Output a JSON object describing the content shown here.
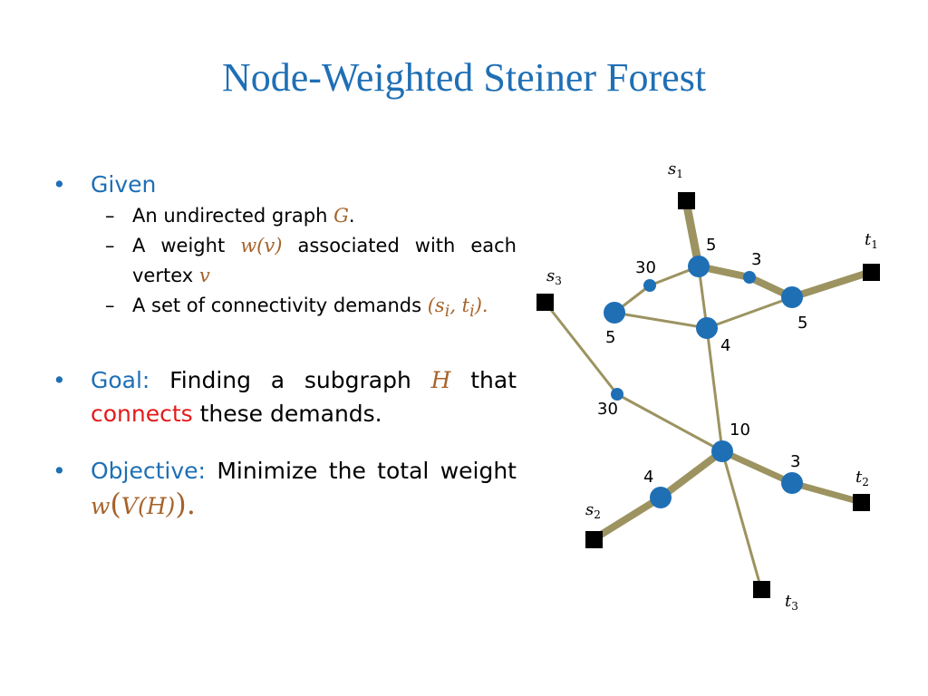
{
  "title": "Node-Weighted Steiner Forest",
  "given": {
    "label": "Given",
    "items": [
      {
        "text": "An undirected graph ",
        "math": "G",
        "end": "."
      },
      {
        "text": "A weight ",
        "math": "w(v)",
        "text2": " associated with each vertex ",
        "math2": "v"
      },
      {
        "text": "A set of connectivity demands ",
        "math": "(s",
        "sub": "i",
        "math_b": ", t",
        "sub_b": "i",
        "math_c": ")."
      }
    ]
  },
  "goal": {
    "label": "Goal:",
    "text1": " Finding a subgraph ",
    "math": "H",
    "text2": " that ",
    "highlight": "connects",
    "text3": " these demands."
  },
  "objective": {
    "label": "Objective:",
    "text": " Minimize the total weight ",
    "math_w": "w",
    "paren_open": "(",
    "math_inner": "V(H)",
    "paren_close": ")."
  },
  "graph": {
    "colors": {
      "edge": "#9c9360",
      "node": "#1f6fb5",
      "terminal": "#000000"
    },
    "weights": {
      "top_center": "5",
      "top_small_left": "30",
      "top_small_right": "3",
      "right": "5",
      "left": "5",
      "middle": "4",
      "bottom_small": "30",
      "hub": "10",
      "bottom_left": "4",
      "bottom_right": "3"
    },
    "terminals": {
      "s1": {
        "base": "s",
        "sub": "1"
      },
      "t1": {
        "base": "t",
        "sub": "1"
      },
      "s3": {
        "base": "s",
        "sub": "3"
      },
      "s2": {
        "base": "s",
        "sub": "2"
      },
      "t2": {
        "base": "t",
        "sub": "2"
      },
      "t3": {
        "base": "t",
        "sub": "3"
      }
    }
  }
}
